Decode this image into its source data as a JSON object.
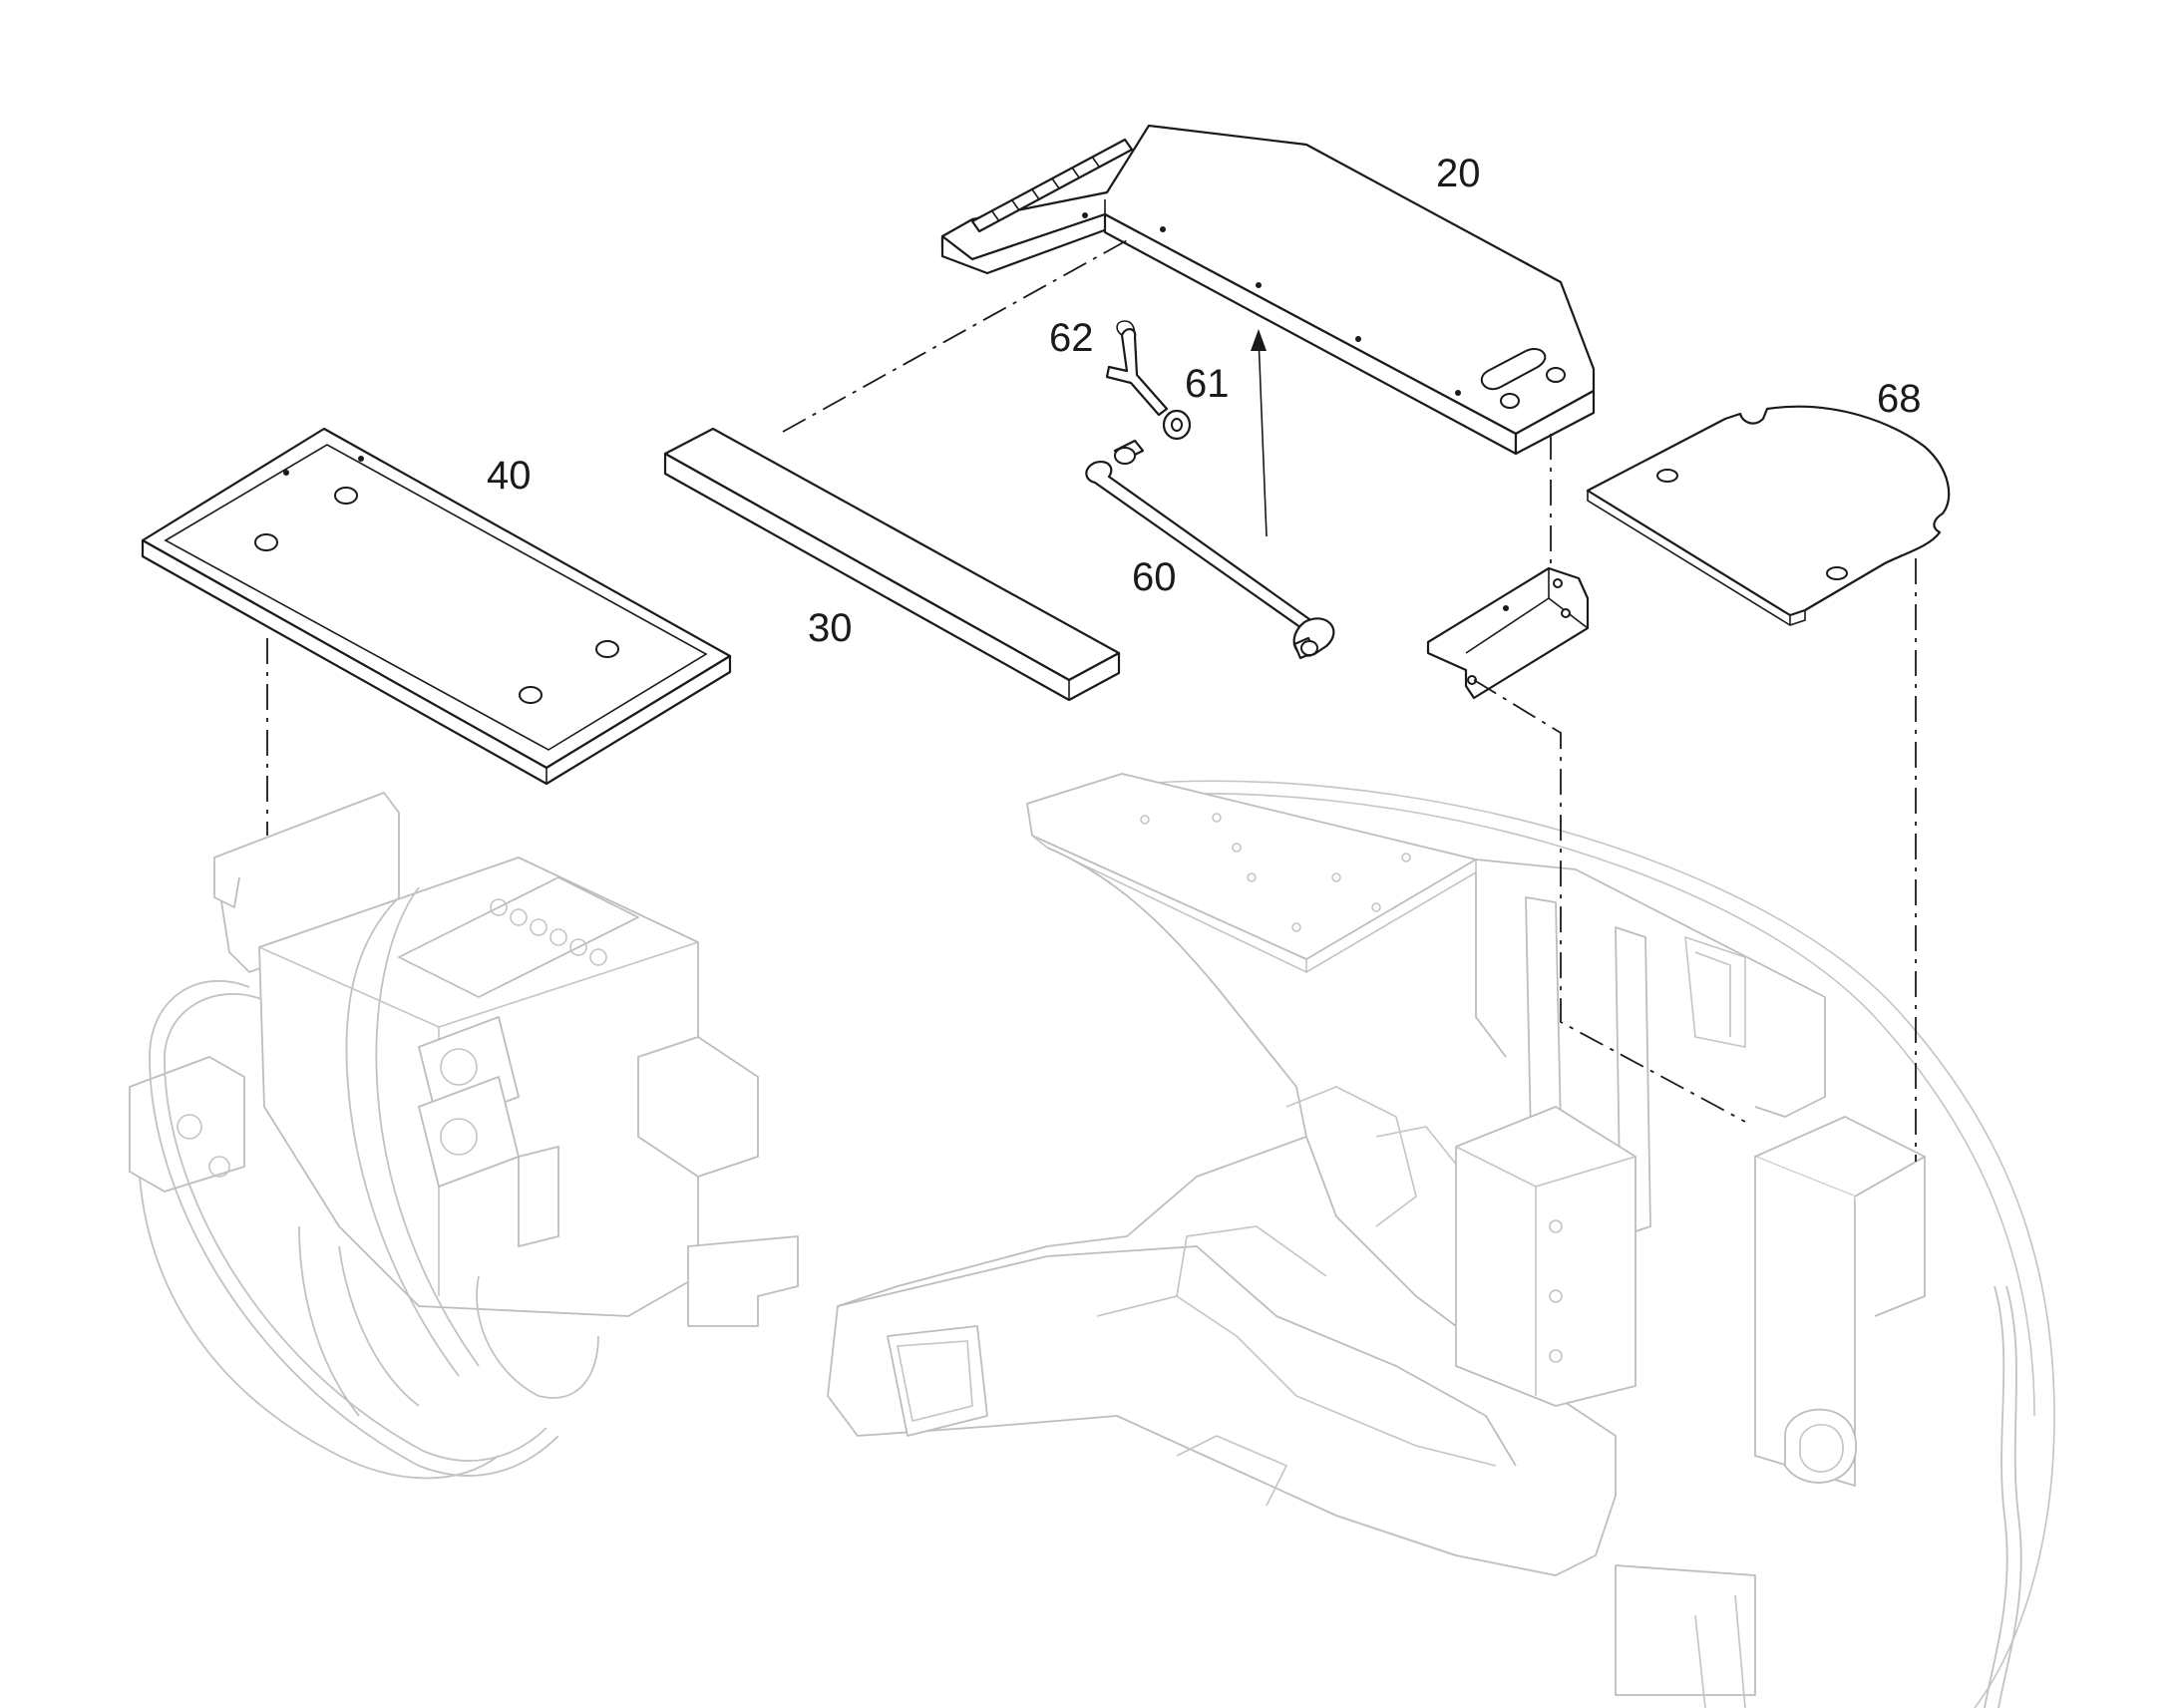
{
  "callouts": {
    "c20": "20",
    "c30": "30",
    "c40": "40",
    "c60": "60",
    "c61": "61",
    "c62": "62",
    "c68": "68"
  },
  "colors": {
    "line": "#1a1a1a",
    "background_assembly": "#c2c2c2",
    "paper": "#ffffff"
  }
}
